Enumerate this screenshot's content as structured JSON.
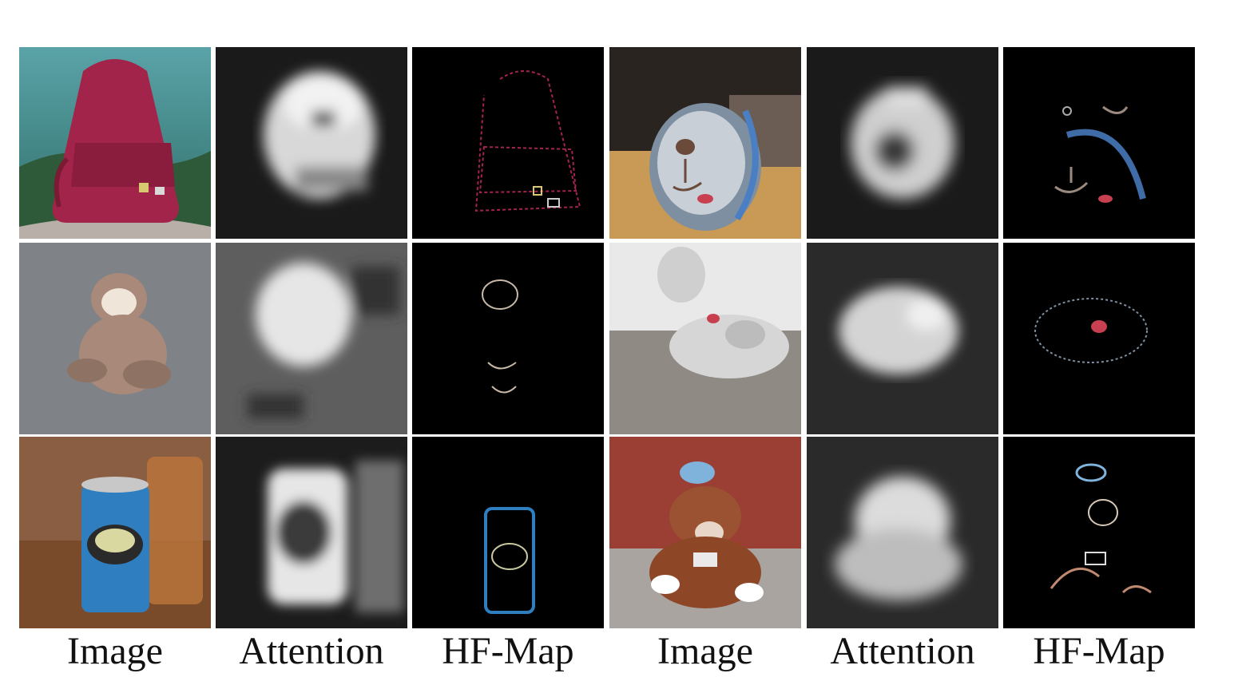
{
  "figure": {
    "column_labels": [
      "Image",
      "Attention",
      "HF-Map",
      "Image",
      "Attention",
      "HF-Map"
    ],
    "rows": [
      {
        "left_subject": "red-backpack",
        "right_subject": "dog-backpack"
      },
      {
        "left_subject": "sloth-plush",
        "right_subject": "husky-plush"
      },
      {
        "left_subject": "beer-can",
        "right_subject": "teddy-bear"
      }
    ],
    "colors": {
      "background": "#ffffff",
      "panel_black": "#000000",
      "backpack_red": "#a3244a",
      "sky_teal": "#4b8d92",
      "dog_blue": "#4a7fc4",
      "sloth_brown": "#a98a7a",
      "can_blue": "#2f7fc0",
      "bear_brown": "#9b5232"
    }
  }
}
